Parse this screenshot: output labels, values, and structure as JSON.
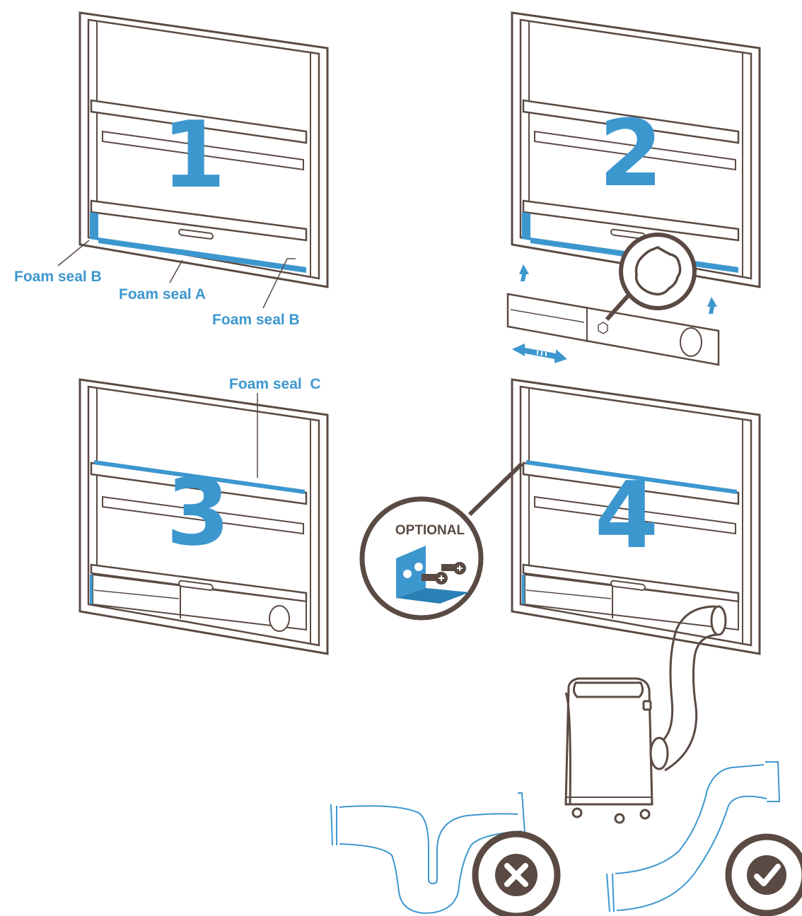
{
  "colors": {
    "outline": "#5a4a43",
    "accent": "#3d97cf",
    "white": "#ffffff"
  },
  "steps": [
    {
      "number": "1"
    },
    {
      "number": "2"
    },
    {
      "number": "3"
    },
    {
      "number": "4"
    }
  ],
  "labels": {
    "foam_seal_b_left": "Foam seal B",
    "foam_seal_a": "Foam seal A",
    "foam_seal_b_right": "Foam seal B",
    "foam_seal_c": "Foam seal  C",
    "optional": "OPTIONAL"
  },
  "icons": {
    "wrong": "x-mark-icon",
    "right": "check-mark-icon",
    "bolt": "hex-bolt-icon",
    "bracket": "l-bracket-icon"
  }
}
